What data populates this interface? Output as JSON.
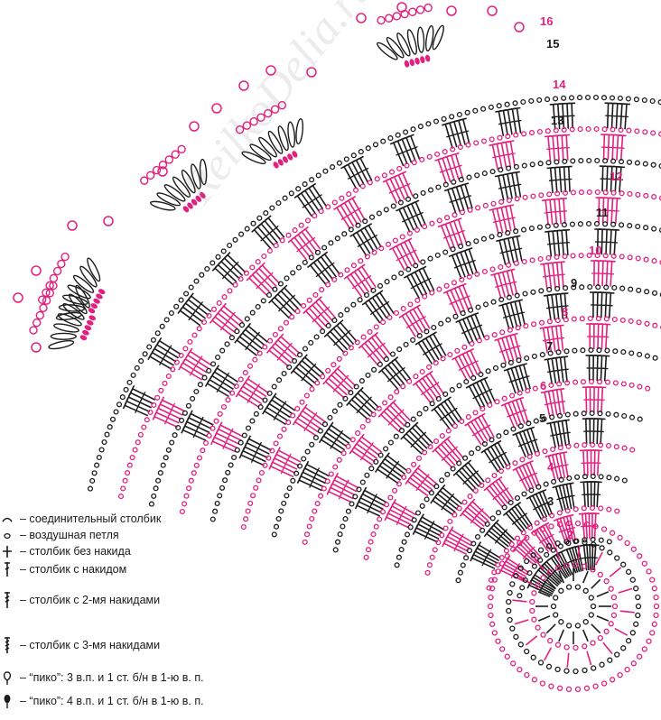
{
  "colors": {
    "pink": "#e2207f",
    "dark": "#1c1c1c"
  },
  "row_numbers": [
    "2",
    "3",
    "4",
    "5",
    "6",
    "7",
    "8",
    "9",
    "10",
    "11",
    "12",
    "13",
    "14",
    "15",
    "16"
  ],
  "watermark": "ReilkoDelia.ru",
  "legend": [
    {
      "icon": "slip-stitch-icon",
      "text": "– соединительный столбик"
    },
    {
      "icon": "chain-stitch-icon",
      "text": "– воздушная петля"
    },
    {
      "icon": "single-crochet-icon",
      "text": "– столбик без накида"
    },
    {
      "icon": "double-crochet-icon",
      "text": "– столбик с накидом"
    },
    {
      "icon": "treble-crochet-icon",
      "text": "– столбик с 2-мя накидами"
    },
    {
      "icon": "double-treble-crochet-icon",
      "text": "– столбик с 3-мя накидами"
    },
    {
      "icon": "picot-3ch-icon",
      "text": "– “пико”: 3 в.п. и 1 ст. б/н в 1-ю в. п."
    },
    {
      "icon": "picot-4ch-icon",
      "text": "– “пико”: 4 в.п. и 1 ст. б/н в 1-ю в. п."
    }
  ]
}
